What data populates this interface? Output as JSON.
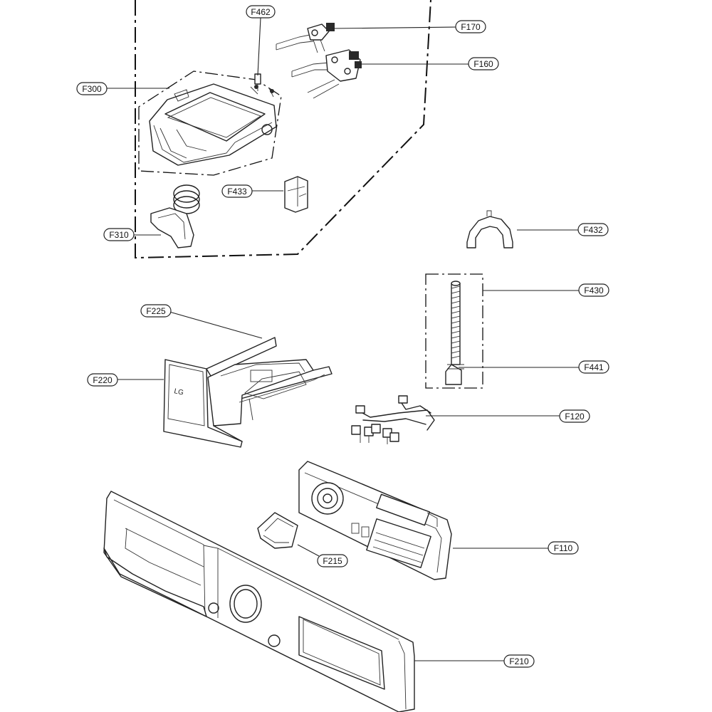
{
  "diagram": {
    "callouts": [
      {
        "id": "f462",
        "text": "F462"
      },
      {
        "id": "f170",
        "text": "F170"
      },
      {
        "id": "f160",
        "text": "F160"
      },
      {
        "id": "f300",
        "text": "F300"
      },
      {
        "id": "f433",
        "text": "F433"
      },
      {
        "id": "f310",
        "text": "F310"
      },
      {
        "id": "f432",
        "text": "F432"
      },
      {
        "id": "f430",
        "text": "F430"
      },
      {
        "id": "f225",
        "text": "F225"
      },
      {
        "id": "f220",
        "text": "F220"
      },
      {
        "id": "f441",
        "text": "F441"
      },
      {
        "id": "f120",
        "text": "F120"
      },
      {
        "id": "f110",
        "text": "F110"
      },
      {
        "id": "f215",
        "text": "F215"
      },
      {
        "id": "f210",
        "text": "F210"
      }
    ],
    "brand_mark": "LG"
  }
}
